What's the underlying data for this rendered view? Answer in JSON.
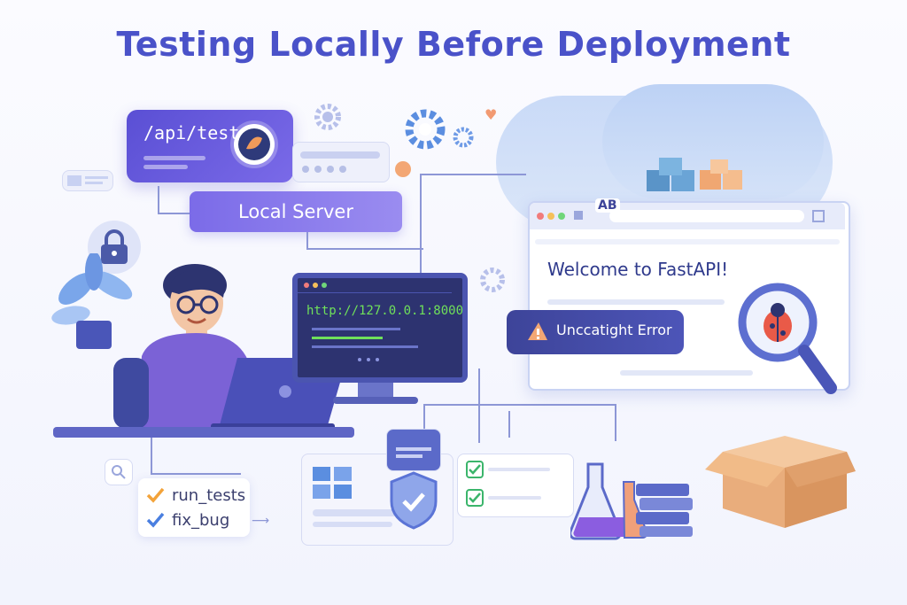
{
  "title": "Testing Locally Before Deployment",
  "api_card": {
    "path": "/api/test"
  },
  "server_label": "Local Server",
  "monitor": {
    "url": "http://127.0.0.1:8000"
  },
  "browser": {
    "welcome": "Welcome to FastAPI!",
    "tab_icon": "AB"
  },
  "error": {
    "text": "Unccatight Error"
  },
  "checklist": [
    {
      "label": "run_tests",
      "icon": "check-icon"
    },
    {
      "label": "fix_bug",
      "icon": "check-icon"
    }
  ],
  "colors": {
    "primary": "#5a4fd4",
    "accent": "#7b6be8",
    "success": "#3bb56b",
    "warning": "#f3a33a"
  }
}
